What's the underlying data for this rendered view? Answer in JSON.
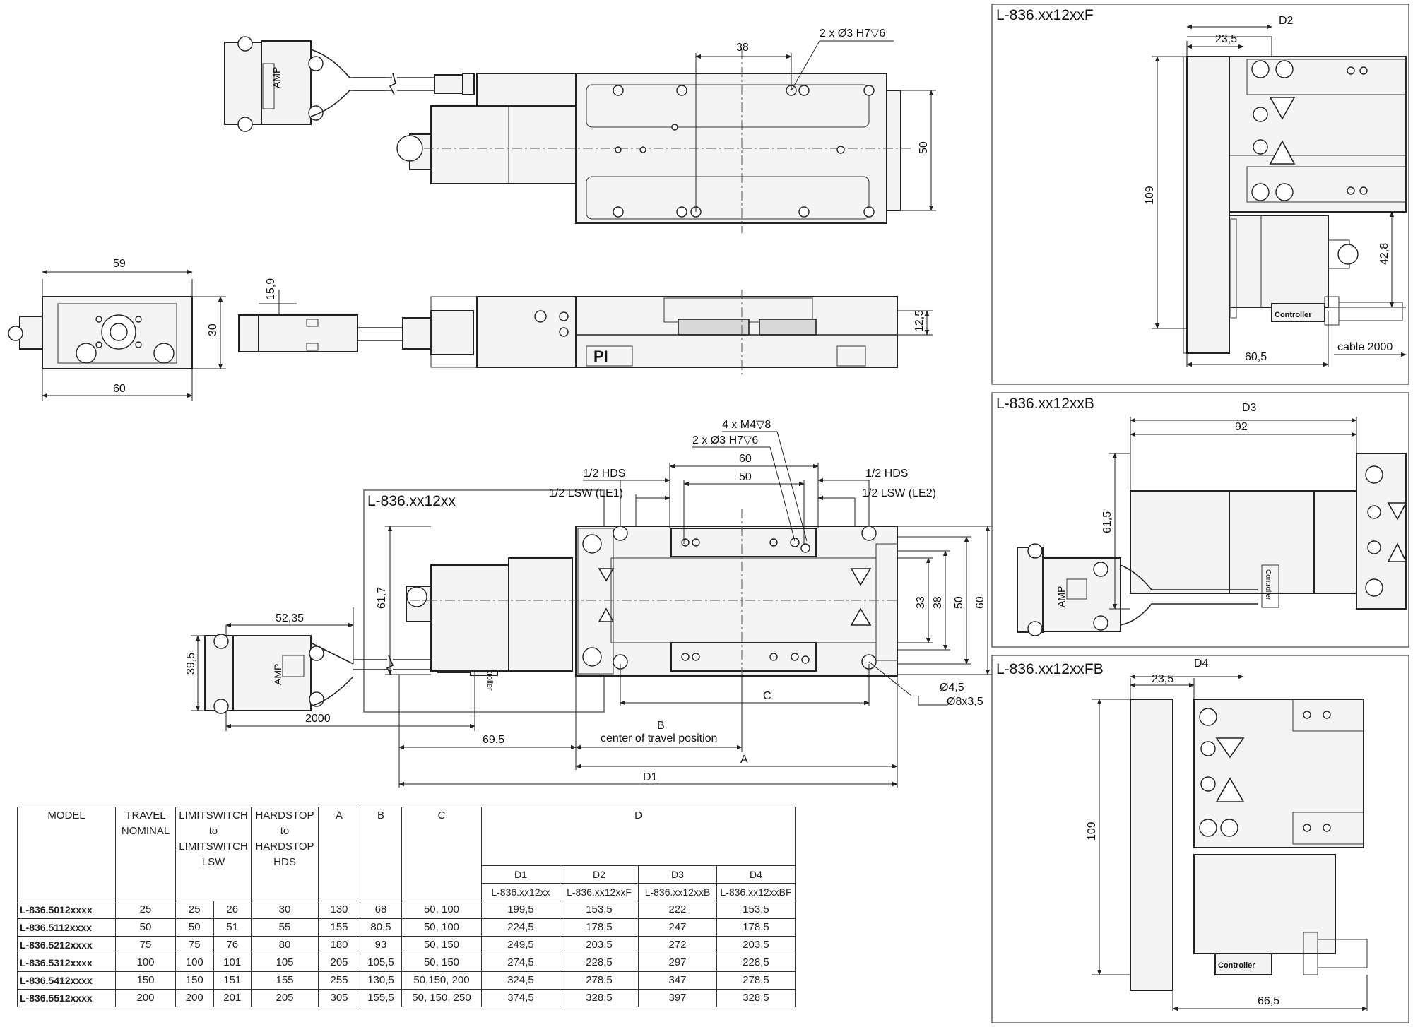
{
  "top_view": {
    "dims": {
      "d38": "38",
      "holes": "2 x Ø3 H7▽6",
      "d50": "50"
    },
    "connector": "AMP"
  },
  "side_view": {
    "dims": {
      "d59": "59",
      "d60": "60",
      "d30": "30",
      "d15_9": "15,9",
      "d12_5": "12,5"
    },
    "logo": "PI"
  },
  "main_view": {
    "label": "L-836.xx12xx",
    "dims": {
      "m4": "4 x M4▽8",
      "h7": "2 x Ø3 H7▽6",
      "d60": "60",
      "d50": "50",
      "hds_l": "1/2 HDS",
      "lsw_l": "1/2 LSW (LE1)",
      "hds_r": "1/2 HDS",
      "lsw_r": "1/2 LSW (LE2)",
      "d61_7": "61,7",
      "d33": "33",
      "d38": "38",
      "d50v": "50",
      "d60v": "60",
      "d52_35": "52,35",
      "d39_5": "39,5",
      "d2000": "2000",
      "d69_5": "69,5",
      "B": "B",
      "B_desc": "center of travel position",
      "C": "C",
      "A": "A",
      "D1": "D1",
      "phi45": "Ø4,5",
      "phi8": "Ø8x3,5"
    },
    "controller": "Controller",
    "connector": "AMP"
  },
  "panel_f": {
    "label": "L-836.xx12xxF",
    "dims": {
      "D2": "D2",
      "d23_5": "23,5",
      "d109": "109",
      "d42_8": "42,8",
      "d60_5": "60,5",
      "cable": "cable 2000"
    },
    "controller": "Controller"
  },
  "panel_b": {
    "label": "L-836.xx12xxB",
    "dims": {
      "D3": "D3",
      "d92": "92",
      "d61_5": "61,5"
    },
    "controller": "Controller",
    "connector": "AMP"
  },
  "panel_fb": {
    "label": "L-836.xx12xxFB",
    "dims": {
      "D4": "D4",
      "d23_5": "23,5",
      "d109": "109",
      "d66_5": "66,5"
    },
    "controller": "Controller"
  },
  "table": {
    "headers": {
      "model": "MODEL",
      "travel": [
        "TRAVEL",
        "NOMINAL"
      ],
      "lsw": [
        "LIMITSWITCH",
        "to",
        "LIMITSWITCH",
        "LSW"
      ],
      "hds": [
        "HARDSTOP",
        "to",
        "HARDSTOP",
        "HDS"
      ],
      "a": "A",
      "b": "B",
      "c": "C",
      "d": "D",
      "d_sub": [
        "D1",
        "D2",
        "D3",
        "D4"
      ],
      "d_sub2": [
        "L-836.xx12xx",
        "L-836.xx12xxF",
        "L-836.xx12xxB",
        "L-836.xx12xxBF"
      ]
    },
    "rows": [
      {
        "model": "L-836.5012xxxx",
        "travel": "25",
        "lsw1": "25",
        "lsw2": "26",
        "hds": "30",
        "a": "130",
        "b": "68",
        "c": "50, 100",
        "d1": "199,5",
        "d2": "153,5",
        "d3": "222",
        "d4": "153,5"
      },
      {
        "model": "L-836.5112xxxx",
        "travel": "50",
        "lsw1": "50",
        "lsw2": "51",
        "hds": "55",
        "a": "155",
        "b": "80,5",
        "c": "50, 100",
        "d1": "224,5",
        "d2": "178,5",
        "d3": "247",
        "d4": "178,5"
      },
      {
        "model": "L-836.5212xxxx",
        "travel": "75",
        "lsw1": "75",
        "lsw2": "76",
        "hds": "80",
        "a": "180",
        "b": "93",
        "c": "50, 150",
        "d1": "249,5",
        "d2": "203,5",
        "d3": "272",
        "d4": "203,5"
      },
      {
        "model": "L-836.5312xxxx",
        "travel": "100",
        "lsw1": "100",
        "lsw2": "101",
        "hds": "105",
        "a": "205",
        "b": "105,5",
        "c": "50, 150",
        "d1": "274,5",
        "d2": "228,5",
        "d3": "297",
        "d4": "228,5"
      },
      {
        "model": "L-836.5412xxxx",
        "travel": "150",
        "lsw1": "150",
        "lsw2": "151",
        "hds": "155",
        "a": "255",
        "b": "130,5",
        "c": "50,150, 200",
        "d1": "324,5",
        "d2": "278,5",
        "d3": "347",
        "d4": "278,5"
      },
      {
        "model": "L-836.5512xxxx",
        "travel": "200",
        "lsw1": "200",
        "lsw2": "201",
        "hds": "205",
        "a": "305",
        "b": "155,5",
        "c": "50, 150, 250",
        "d1": "374,5",
        "d2": "328,5",
        "d3": "397",
        "d4": "328,5"
      }
    ]
  }
}
